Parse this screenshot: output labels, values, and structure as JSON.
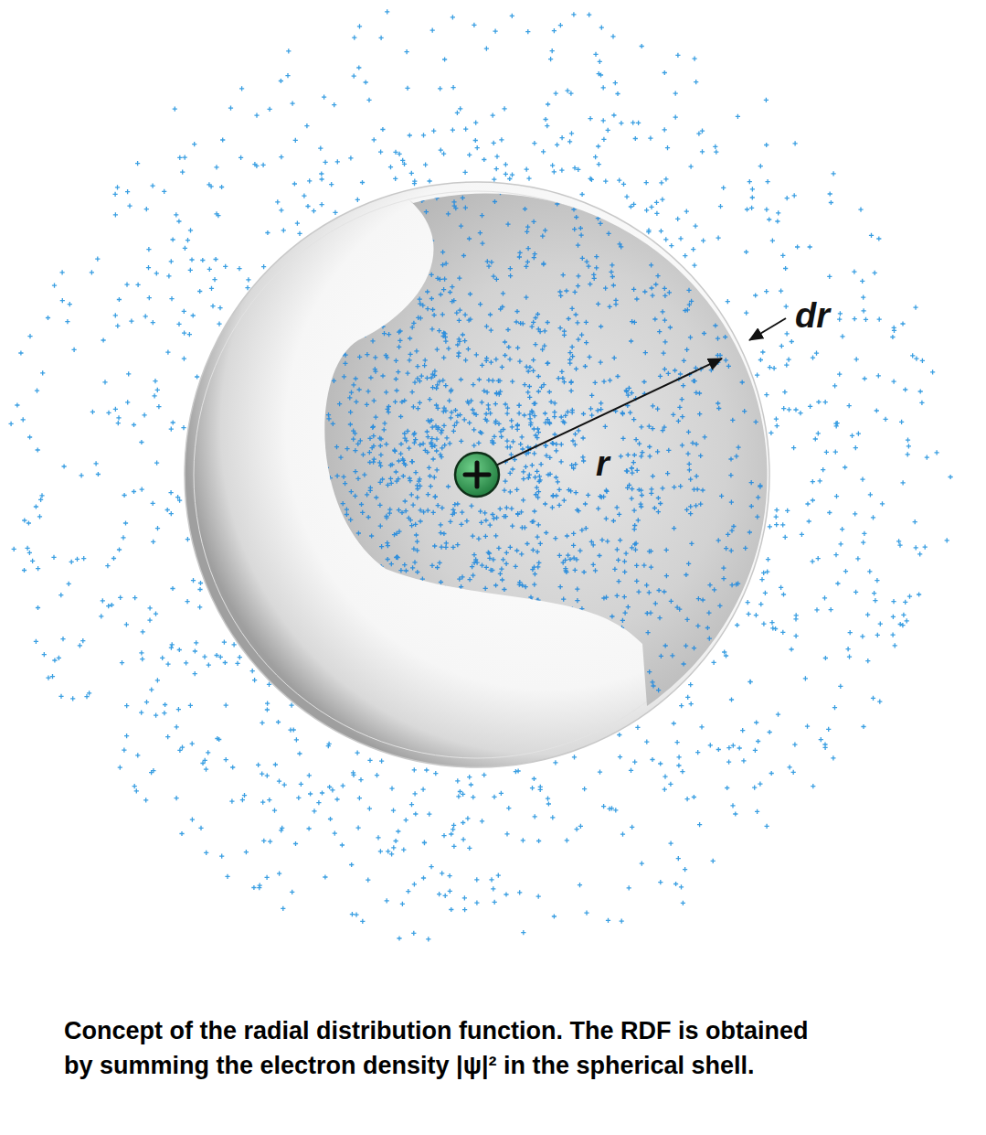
{
  "diagram": {
    "caption": "Concept of the radial distribution function.  The RDF is obtained by summing the electron density |ψ|² in the spherical shell.",
    "labels": [
      "r",
      "dr"
    ]
  }
}
